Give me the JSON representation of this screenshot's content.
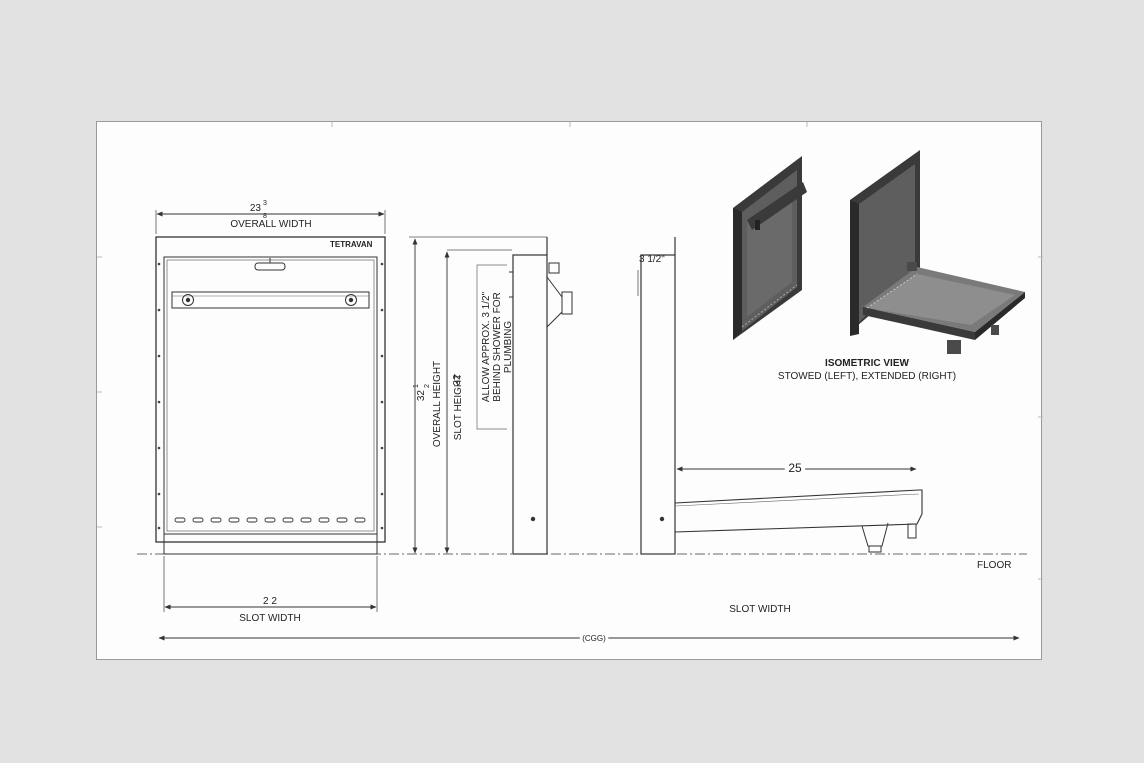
{
  "front": {
    "brand": "TETRAVAN",
    "overall_width_value": "23",
    "overall_width_frac_num": "3",
    "overall_width_frac_den": "8",
    "overall_width_label": "OVERALL WIDTH",
    "slot_width_value": "2 2",
    "slot_width_label": "SLOT WIDTH"
  },
  "side": {
    "overall_height_value": "32",
    "overall_height_frac_num": "1",
    "overall_height_frac_den": "2",
    "overall_height_label": "OVERALL HEIGHT",
    "slot_height_value": "32",
    "slot_height_label": "SLOT HEIGHT",
    "note_line1": "ALLOW APPROX. 3 1/2\"",
    "note_line2": "BEHIND SHOWER FOR",
    "note_line3": "PLUMBING"
  },
  "extended": {
    "depth_value": "3 1/2\"",
    "extension_value": "25",
    "floor_label": "FLOOR",
    "slot_width_label": "SLOT WIDTH"
  },
  "isometric": {
    "title": "ISOMETRIC VIEW",
    "subtitle": "STOWED (LEFT), EXTENDED (RIGHT)"
  },
  "bottom_dimension_label": "(CGG)",
  "colors": {
    "sheet_bg": "#fdfdfd",
    "line": "#333333",
    "iso_dark": "#3a3a3a",
    "iso_mid": "#5a5a5a",
    "iso_light": "#8a8a8a"
  }
}
